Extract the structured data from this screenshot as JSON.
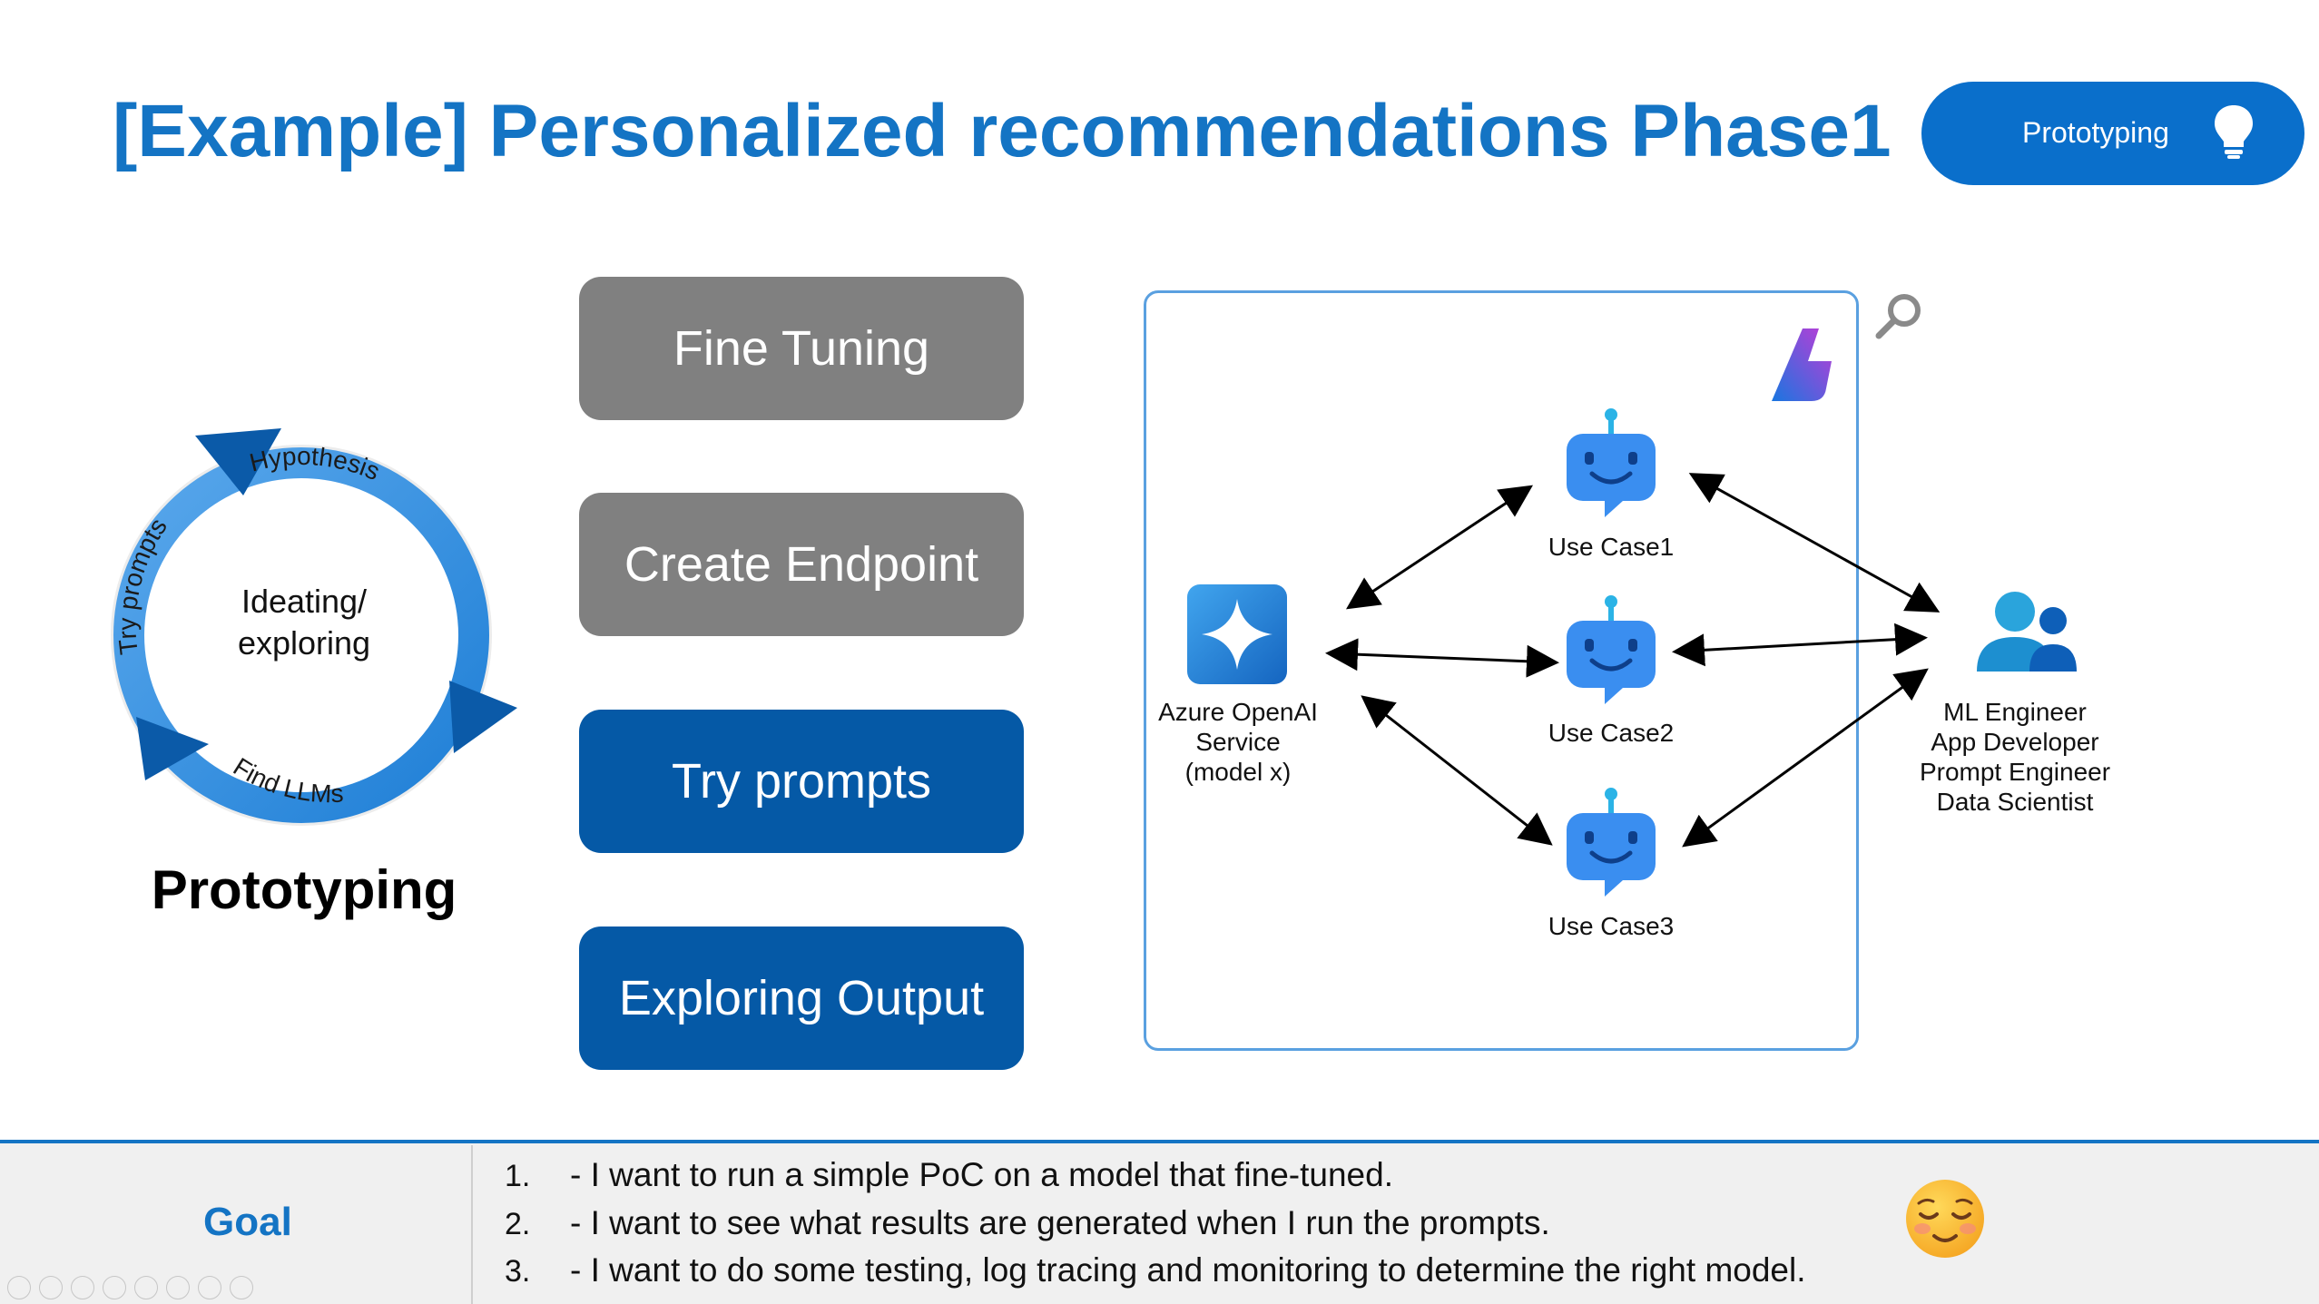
{
  "slide": {
    "title": "[Example] Personalized recommendations Phase1",
    "badge": {
      "label": "Prototyping",
      "icon": "lightbulb-icon"
    }
  },
  "cycle": {
    "center_text_line1": "Ideating/",
    "center_text_line2": "exploring",
    "labels": [
      "Hypothesis",
      "Find LLMs",
      "Try prompts"
    ],
    "caption": "Prototyping"
  },
  "steps": [
    {
      "label": "Fine Tuning",
      "style": "gray"
    },
    {
      "label": "Create Endpoint",
      "style": "gray"
    },
    {
      "label": "Try prompts",
      "style": "blue"
    },
    {
      "label": "Exploring Output",
      "style": "blue"
    }
  ],
  "diagram": {
    "service": {
      "line1": "Azure OpenAI",
      "line2": "Service",
      "line3": "(model x)",
      "icon": "azure-openai-icon"
    },
    "use_cases": [
      "Use Case1",
      "Use Case2",
      "Use Case3"
    ],
    "roles": [
      "ML Engineer",
      "App Developer",
      "Prompt Engineer",
      "Data Scientist"
    ],
    "icons": [
      "azure-ai-studio-icon",
      "search-icon",
      "bot-icon",
      "users-icon"
    ]
  },
  "goal": {
    "label": "Goal",
    "items": [
      {
        "num": "1.",
        "text": "- I want to run a simple PoC on a model that fine-tuned."
      },
      {
        "num": "2.",
        "text": "- I want to see what results are generated when I run the prompts."
      },
      {
        "num": "3.",
        "text": "- I want to do some testing, log tracing and monitoring to determine the right model."
      }
    ],
    "emoji": "relieved-face-icon"
  },
  "colors": {
    "accent": "#1474c4",
    "step_gray": "#808080",
    "step_blue": "#0559a6",
    "badge": "#0a6fcb"
  }
}
